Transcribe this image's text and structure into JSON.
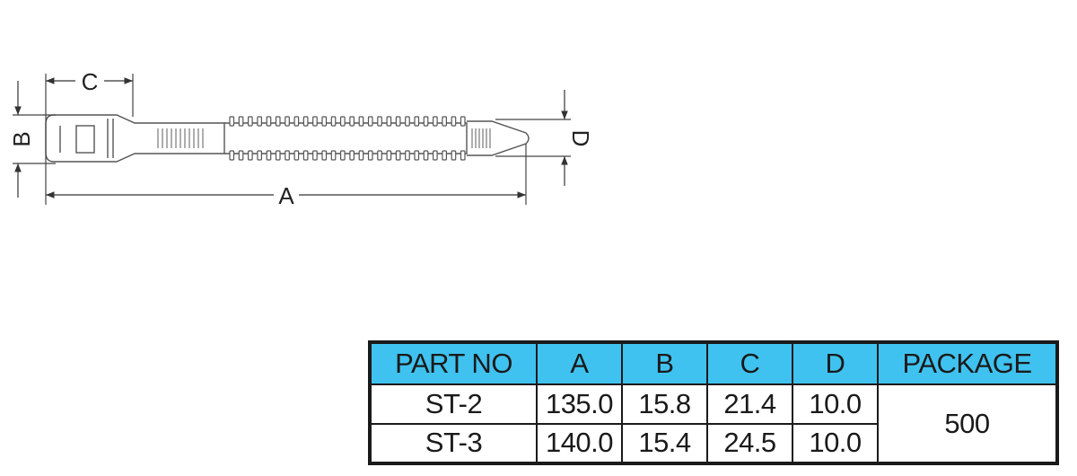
{
  "diagram": {
    "dimension_labels": {
      "a": "A",
      "b": "B",
      "c": "C",
      "d": "D"
    }
  },
  "table": {
    "headers": [
      "PART NO",
      "A",
      "B",
      "C",
      "D",
      "PACKAGE"
    ],
    "rows": [
      {
        "part_no": "ST-2",
        "a": "135.0",
        "b": "15.8",
        "c": "21.4",
        "d": "10.0"
      },
      {
        "part_no": "ST-3",
        "a": "140.0",
        "b": "15.4",
        "c": "24.5",
        "d": "10.0"
      }
    ],
    "package": "500",
    "header_color": "#3fc2f0"
  }
}
